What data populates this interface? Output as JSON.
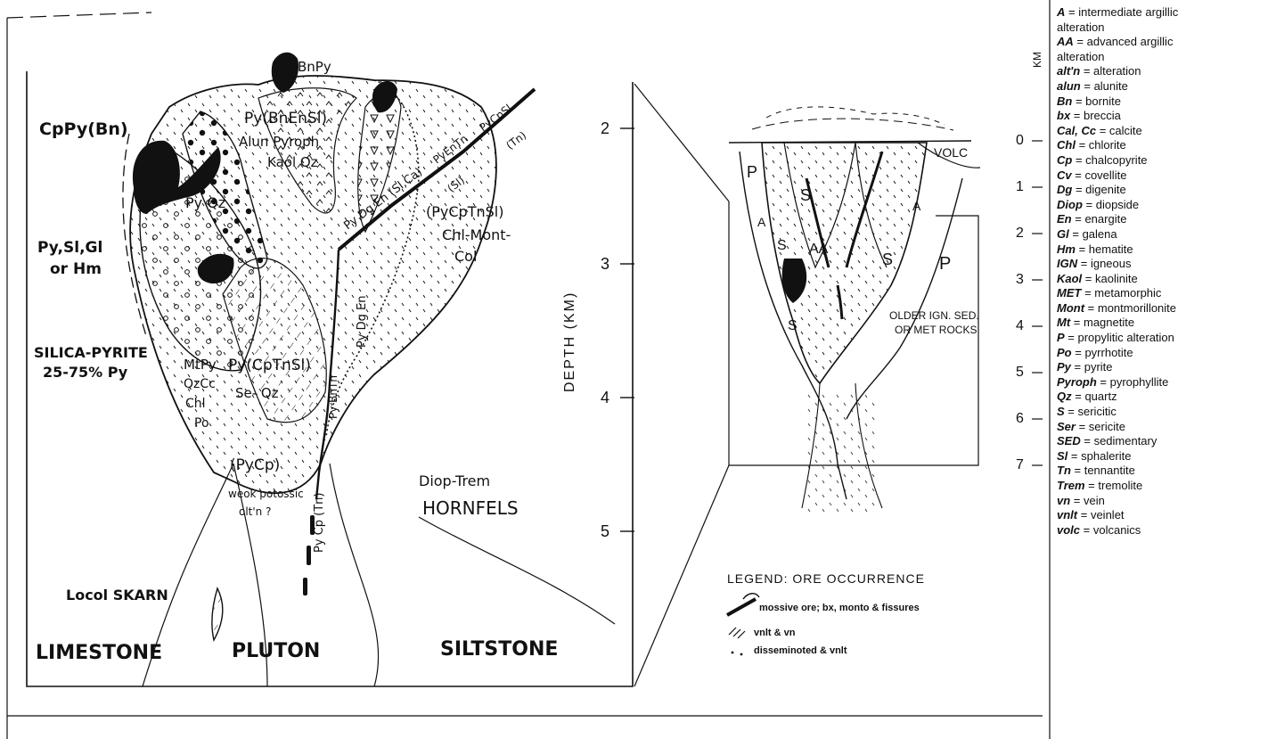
{
  "left_section": {
    "rock_labels": {
      "limestone": "LIMESTONE",
      "pluton": "PLUTON",
      "siltstone": "SILTSTONE",
      "hornfels": "HORNFELS",
      "diop_trem": "Diop-Trem",
      "local_skarn": "Locol SKARN"
    },
    "zone_labels": {
      "cppy_bn": "CpPy(Bn)",
      "bnpy": "BnPy",
      "py_bnensl": "Py(BnEnSl)",
      "alun_pyroph": "Alun Pyroph",
      "kaol_qz": "Kaol Qz",
      "py_qz": "Py Qz",
      "py_sl_gl": "Py,Sl,Gl",
      "or_hm": "or Hm",
      "silica_pyrite": "SILICA-PYRITE",
      "percent_py": "25-75% Py",
      "mtpy": "MtPy",
      "qzcc": "QzCc",
      "chl": "Chl",
      "po": "Po",
      "py_cptnsl": "Py(CpTnSl)",
      "ser_qz": "Se- Qz",
      "py_cp_paren": "(PyCp)",
      "weak_potassic": "weok potossic",
      "alt_n": "olt'n ?",
      "py_cptnsl_paren": "(PyCpTnSl)",
      "chl_mont": "Chl-Mont-",
      "col": "Col",
      "py_dg_en": "Py Dg En",
      "py_bntn": "Py BnTn",
      "py_cp_tn": "Py Cp (Tn)",
      "py_dg_en_sl_ca": "Py Dg En (Sl,Ca)",
      "py_en_tn": "PyEnTn",
      "sl_paren": "(Sl)",
      "py_cp_sl": "PyCpSl",
      "tn_paren": "(Tn)"
    }
  },
  "depth_axis": {
    "label": "DEPTH (KM)",
    "ticks": [
      "2",
      "3",
      "4",
      "5"
    ]
  },
  "right_section": {
    "labels": {
      "volc": "VOLC",
      "p": "P",
      "s": "S",
      "a": "A",
      "aa": "AA",
      "older_rocks_1": "OLDER IGN. SED.",
      "older_rocks_2": "OR MET ROCKS"
    },
    "km_axis": {
      "label": "KM",
      "ticks": [
        "0",
        "1",
        "2",
        "3",
        "4",
        "5",
        "6",
        "7"
      ]
    }
  },
  "legend": {
    "title": "LEGEND: ORE OCCURRENCE",
    "items": [
      {
        "text": "mossive ore; bx, monto & fissures"
      },
      {
        "text": "vnlt & vn"
      },
      {
        "text": "disseminoted & vnlt"
      }
    ]
  },
  "abbreviations": [
    {
      "term": "A",
      "def": "intermediate argillic",
      "cont": "alteration"
    },
    {
      "term": "AA",
      "def": "advanced argillic",
      "cont": "alteration"
    },
    {
      "term": "alt'n",
      "def": "alteration"
    },
    {
      "term": "alun",
      "def": "alunite"
    },
    {
      "term": "Bn",
      "def": "bornite"
    },
    {
      "term": "bx",
      "def": "breccia"
    },
    {
      "term": "Cal, Cc",
      "def": "calcite"
    },
    {
      "term": "Chl",
      "def": "chlorite"
    },
    {
      "term": "Cp",
      "def": "chalcopyrite"
    },
    {
      "term": "Cv",
      "def": "covellite"
    },
    {
      "term": "Dg",
      "def": "digenite"
    },
    {
      "term": "Diop",
      "def": "diopside"
    },
    {
      "term": "En",
      "def": "enargite"
    },
    {
      "term": "Gl",
      "def": "galena"
    },
    {
      "term": "Hm",
      "def": "hematite"
    },
    {
      "term": "IGN",
      "def": "igneous"
    },
    {
      "term": "Kaol",
      "def": "kaolinite"
    },
    {
      "term": "MET",
      "def": "metamorphic"
    },
    {
      "term": "Mont",
      "def": "montmorillonite"
    },
    {
      "term": "Mt",
      "def": "magnetite"
    },
    {
      "term": "P",
      "def": "propylitic alteration"
    },
    {
      "term": "Po",
      "def": "pyrrhotite"
    },
    {
      "term": "Py",
      "def": "pyrite"
    },
    {
      "term": "Pyroph",
      "def": "pyrophyllite"
    },
    {
      "term": "Qz",
      "def": "quartz"
    },
    {
      "term": "S",
      "def": "sericitic"
    },
    {
      "term": "Ser",
      "def": "sericite"
    },
    {
      "term": "SED",
      "def": "sedimentary"
    },
    {
      "term": "Sl",
      "def": "sphalerite"
    },
    {
      "term": "Tn",
      "def": "tennantite"
    },
    {
      "term": "Trem",
      "def": "tremolite"
    },
    {
      "term": "vn",
      "def": "vein"
    },
    {
      "term": "vnlt",
      "def": "veinlet"
    },
    {
      "term": "volc",
      "def": "volcanics"
    }
  ]
}
